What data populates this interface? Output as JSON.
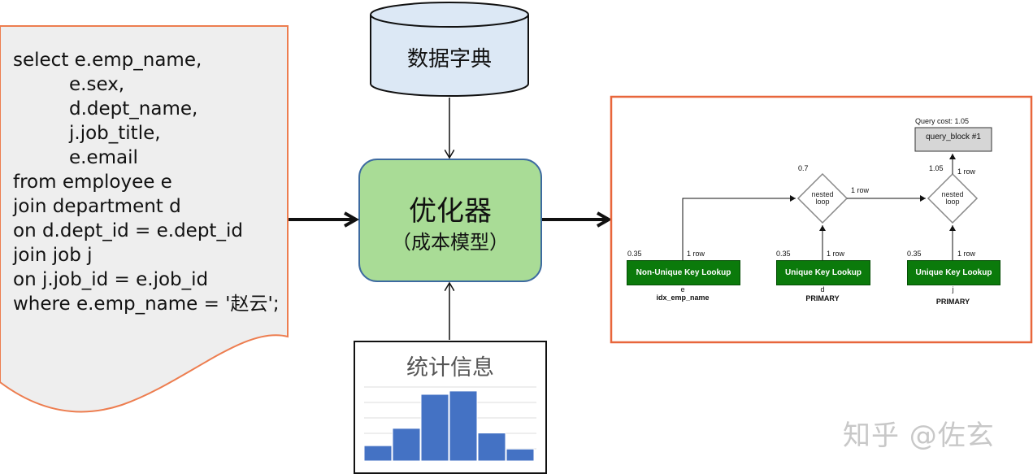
{
  "sql": {
    "lines": [
      "select e.emp_name,",
      "e.sex,",
      "d.dept_name,",
      "j.job_title,",
      "e.email",
      "from employee e",
      "join department d",
      "on d.dept_id = e.dept_id",
      "join job j",
      "on j.job_id = e.job_id",
      "where e.emp_name = '赵云';"
    ]
  },
  "data_dictionary": {
    "label": "数据字典"
  },
  "optimizer": {
    "title": "优化器",
    "subtitle": "（成本模型）"
  },
  "statistics": {
    "title": "统计信息",
    "histogram_levels": [
      0.23,
      0.49,
      1.0,
      1.05,
      0.42,
      0.18
    ]
  },
  "plan": {
    "query_cost": "Query cost: 1.05",
    "query_block": "query_block #1",
    "cost_top": "1.05",
    "rows_top": "1 row",
    "nested_loop_1": {
      "line1": "nested",
      "line2": "loop",
      "cost": "0.7",
      "rows_out": "1 row"
    },
    "nested_loop_2": {
      "line1": "nested",
      "line2": "loop"
    },
    "tables": [
      {
        "cost": "0.35",
        "rows": "1 row",
        "access": "Non-Unique Key Lookup",
        "alias": "e",
        "key": "idx_emp_name"
      },
      {
        "cost": "0.35",
        "rows": "1 row",
        "access": "Unique Key Lookup",
        "alias": "d",
        "key": "PRIMARY"
      },
      {
        "cost": "0.35",
        "rows": "1 row",
        "access": "Unique Key Lookup",
        "alias": "j",
        "key": "PRIMARY"
      }
    ]
  },
  "watermark": "知乎 @佐玄",
  "colors": {
    "doc_border": "#ed7d4f",
    "doc_fill": "#eeeeee",
    "db_fill": "#dce8f5",
    "optimizer_fill": "#a9dc96",
    "optimizer_border": "#3d6aa0",
    "histogram_bar": "#4472c4",
    "plan_border": "#e8663b",
    "green_box": "#0b7a0b"
  }
}
